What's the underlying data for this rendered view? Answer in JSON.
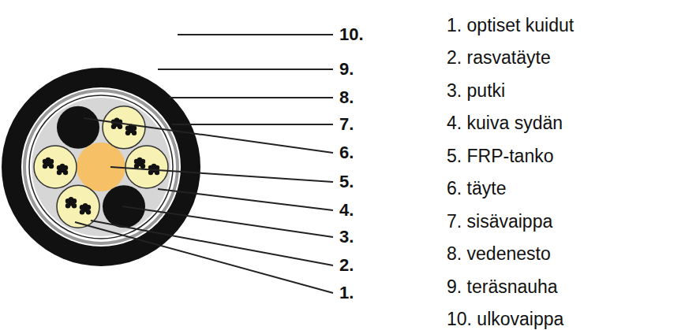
{
  "diagram": {
    "labels": [
      "10.",
      "9.",
      "8.",
      "7.",
      "6.",
      "5.",
      "4.",
      "3.",
      "2.",
      "1.",
      "1. optiset kuidut",
      "2. rasvatäyte",
      "3. putki",
      "4. kuiva sydän",
      "5. FRP-tanko",
      "6. täyte",
      "7. sisävaippa",
      "8. vedenesto",
      "9. teräsnauha",
      "10. ulkovaippa"
    ]
  }
}
